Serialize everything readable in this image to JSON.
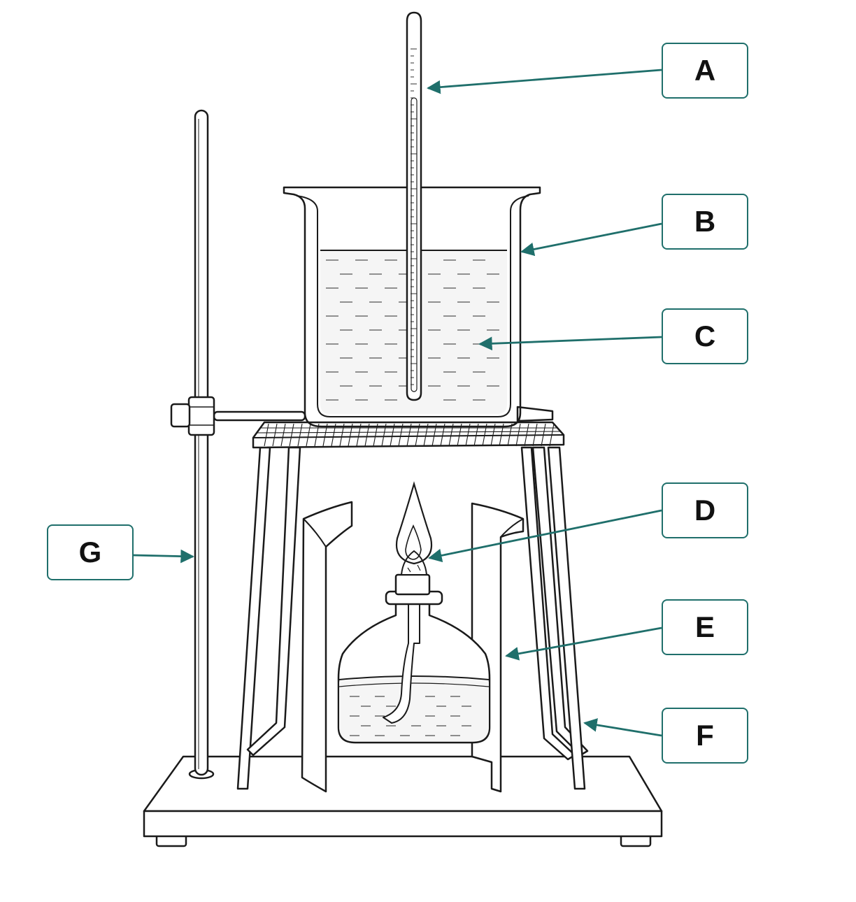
{
  "colors": {
    "stroke": "#1a1a1a",
    "accent": "#1f6f6b",
    "liquid": "#e6e6e6",
    "background": "#ffffff"
  },
  "labels": [
    {
      "id": "A",
      "text": "A"
    },
    {
      "id": "B",
      "text": "B"
    },
    {
      "id": "C",
      "text": "C"
    },
    {
      "id": "D",
      "text": "D"
    },
    {
      "id": "E",
      "text": "E"
    },
    {
      "id": "F",
      "text": "F"
    },
    {
      "id": "G",
      "text": "G"
    }
  ]
}
